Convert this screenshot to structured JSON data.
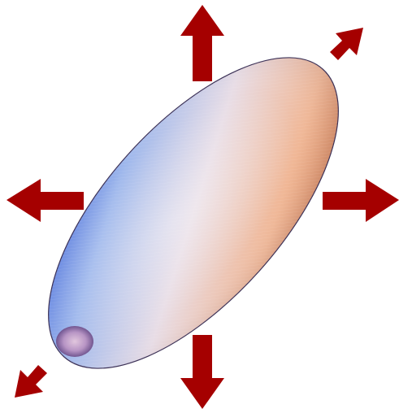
{
  "figure": {
    "subject": "ellipsoid",
    "arrow_count": 6
  },
  "colors": {
    "arrow": "#a50000",
    "ellipsoid_blue": "#3b5bd1",
    "ellipsoid_light": "#e7dfe3",
    "ellipsoid_orange": "#d97b3a",
    "background": "#ffffff"
  },
  "arrows": [
    {
      "id": "up",
      "direction": "up"
    },
    {
      "id": "down",
      "direction": "down"
    },
    {
      "id": "left",
      "direction": "left"
    },
    {
      "id": "right",
      "direction": "right"
    },
    {
      "id": "up-right",
      "direction": "up-right"
    },
    {
      "id": "down-left",
      "direction": "down-left"
    }
  ]
}
